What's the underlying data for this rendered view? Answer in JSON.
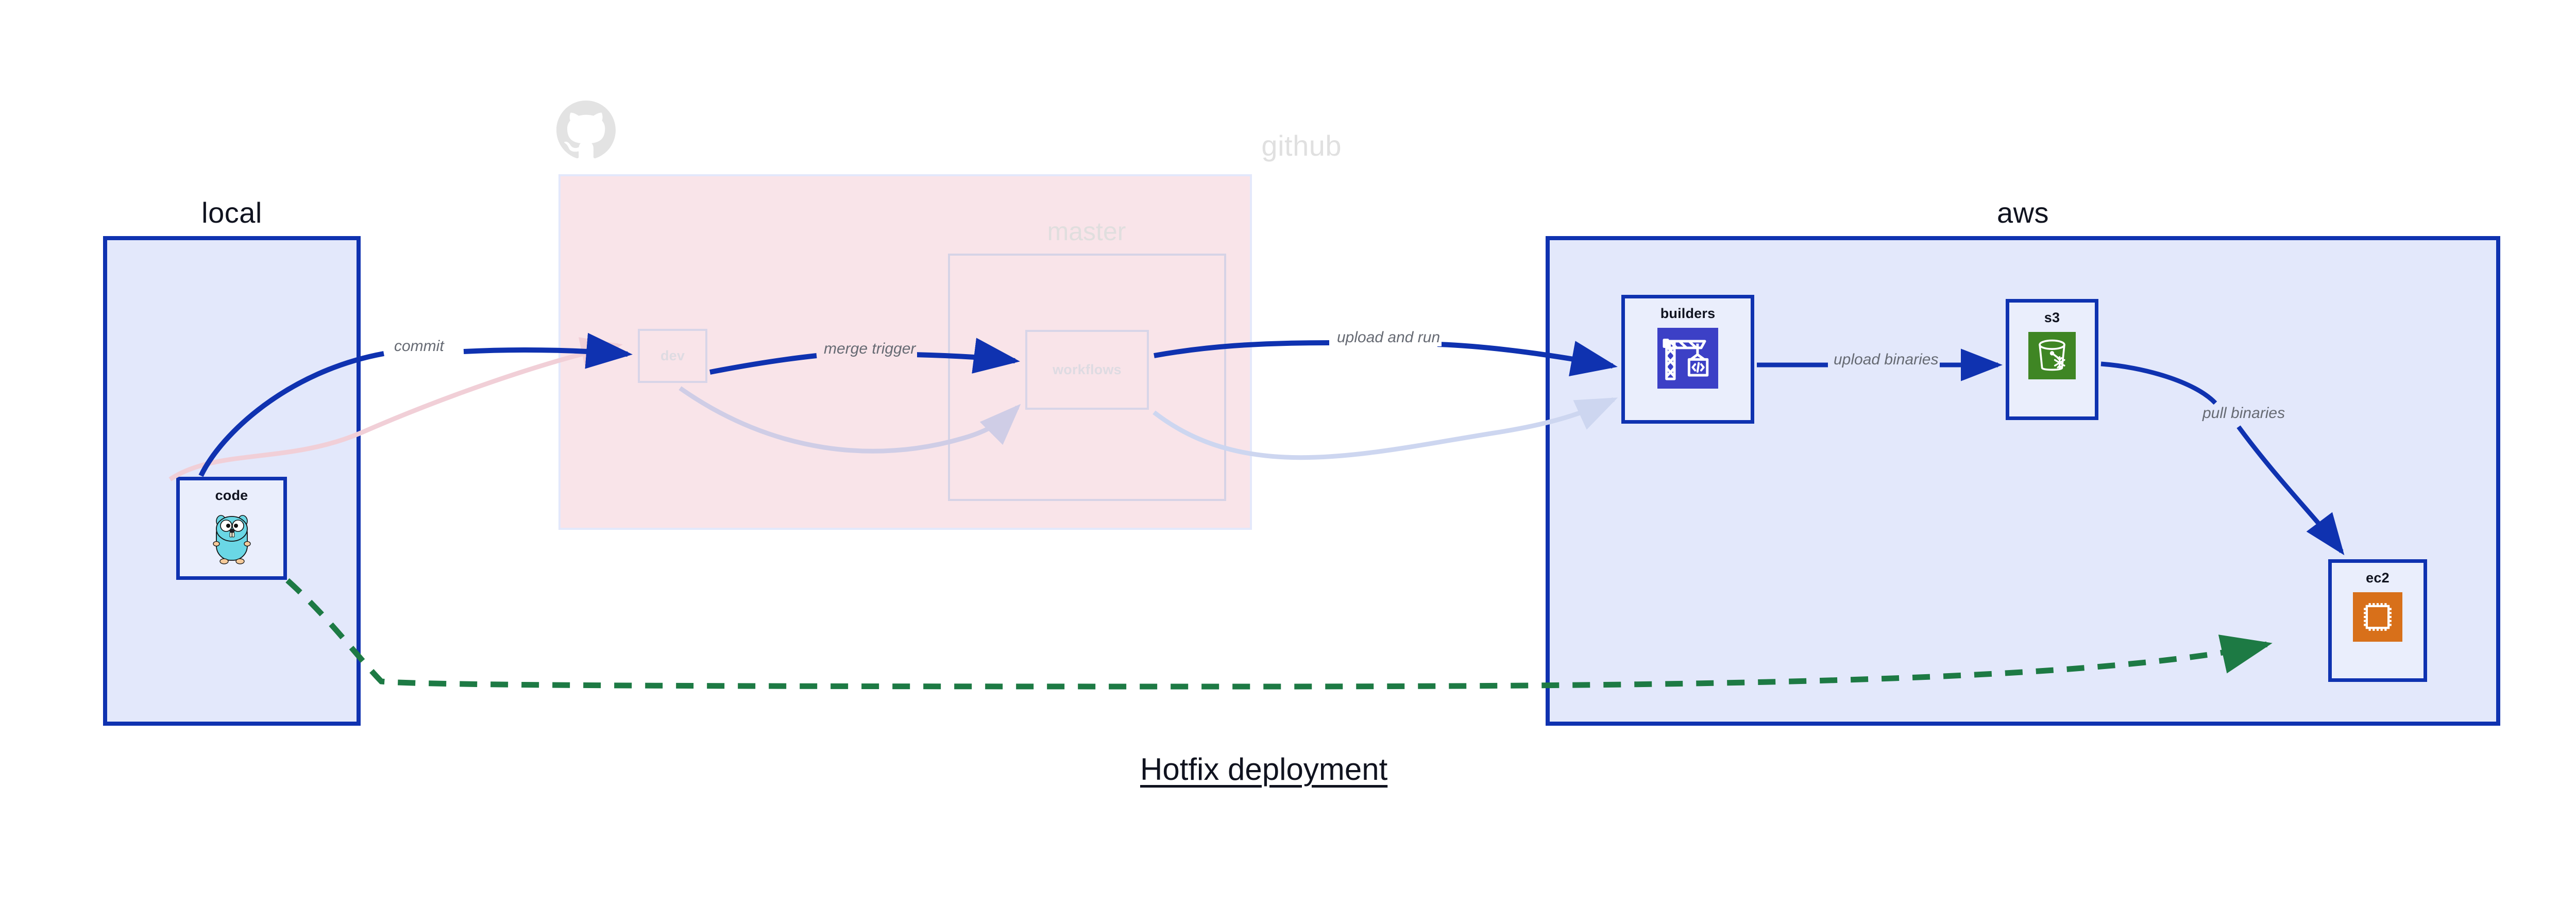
{
  "diagram": {
    "title": "Hotfix deployment",
    "colors": {
      "cluster_blue_border": "#0f32b0",
      "cluster_blue_fill": "#e3e8fb",
      "cluster_pink_fill": "#f9e4e9",
      "node_fill": "#eaeefc",
      "edge_blue": "#0f32b0",
      "edge_green": "#1d7a44",
      "label_gray": "#666a73",
      "faded_gray": "#e0e0e0",
      "go_cyan": "#6ad7e5",
      "codebuild_blue": "#3c40c6",
      "s3_green": "#3f8624",
      "ec2_orange": "#d8701a"
    },
    "clusters": [
      {
        "id": "local",
        "label": "local",
        "state": "active"
      },
      {
        "id": "github",
        "label": "github",
        "state": "faded"
      },
      {
        "id": "aws",
        "label": "aws",
        "state": "active"
      }
    ],
    "subclusters": [
      {
        "id": "master",
        "label": "master",
        "parent": "github",
        "state": "faded"
      }
    ],
    "nodes": [
      {
        "id": "code",
        "label": "code",
        "cluster": "local",
        "icon": "go-gopher-icon",
        "state": "active"
      },
      {
        "id": "dev",
        "label": "dev",
        "cluster": "github",
        "icon": "none",
        "state": "faded"
      },
      {
        "id": "workflows",
        "label": "workflows",
        "cluster": "master",
        "icon": "none",
        "state": "faded"
      },
      {
        "id": "builders",
        "label": "builders",
        "cluster": "aws",
        "icon": "aws-codebuild-icon",
        "state": "active"
      },
      {
        "id": "s3",
        "label": "s3",
        "cluster": "aws",
        "icon": "aws-s3-icon",
        "state": "active"
      },
      {
        "id": "ec2",
        "label": "ec2",
        "cluster": "aws",
        "icon": "aws-ec2-icon",
        "state": "active"
      }
    ],
    "edges": [
      {
        "id": "e1",
        "from": "code",
        "to": "dev",
        "label": "commit",
        "style": "solid",
        "color": "#0f32b0",
        "state": "active"
      },
      {
        "id": "e2",
        "from": "dev",
        "to": "workflows",
        "label": "merge trigger",
        "style": "solid",
        "color": "#0f32b0",
        "state": "active"
      },
      {
        "id": "e3",
        "from": "workflows",
        "to": "builders",
        "label": "upload and run",
        "style": "solid",
        "color": "#0f32b0",
        "state": "active"
      },
      {
        "id": "e4",
        "from": "builders",
        "to": "s3",
        "label": "upload binaries",
        "style": "solid",
        "color": "#0f32b0",
        "state": "active"
      },
      {
        "id": "e5",
        "from": "s3",
        "to": "ec2",
        "label": "pull binaries",
        "style": "solid",
        "color": "#0f32b0",
        "state": "active"
      },
      {
        "id": "e6",
        "from": "code",
        "to": "ec2",
        "label": "",
        "style": "dashed",
        "color": "#1d7a44",
        "state": "active"
      },
      {
        "id": "g1",
        "from": "code",
        "to": "dev",
        "label": "",
        "style": "solid",
        "color": "#f4d8de",
        "state": "ghost"
      },
      {
        "id": "g2",
        "from": "dev",
        "to": "workflows",
        "label": "",
        "style": "solid",
        "color": "#d4d4ea",
        "state": "ghost"
      },
      {
        "id": "g3",
        "from": "workflows",
        "to": "builders",
        "label": "",
        "style": "solid",
        "color": "#d4d9f0",
        "state": "ghost"
      }
    ],
    "logos": [
      {
        "id": "github-logo",
        "name": "github-octocat-icon",
        "state": "faded"
      }
    ]
  }
}
